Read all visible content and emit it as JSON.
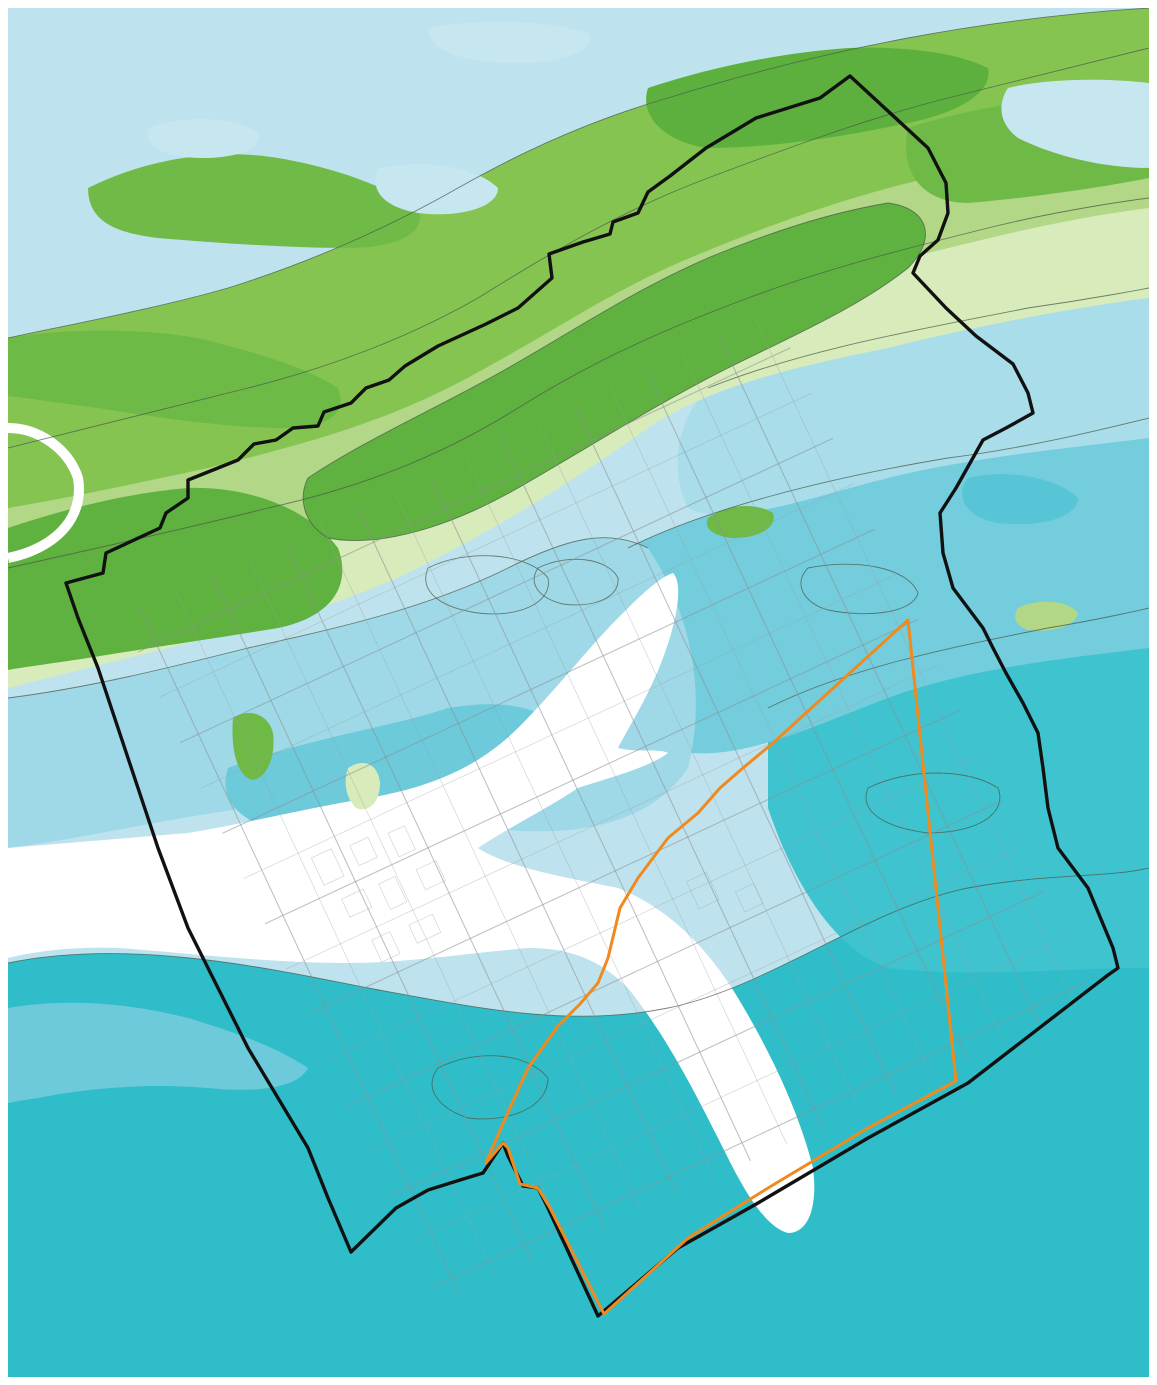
{
  "map": {
    "palette": {
      "green_dark": "#5fb240",
      "green_mid": "#86c453",
      "green_light": "#b5d98a",
      "green_pale": "#dbe9b8",
      "blue_pale": "#c9e8f1",
      "blue_light": "#a6dce9",
      "blue_mid": "#6fcbdc",
      "teal": "#3ec1cd",
      "teal_deep": "#2dbdc8",
      "white_zone": "#ffffff",
      "boundary_outer": "#111111",
      "boundary_inner": "#f08a1e",
      "streets": "#8a8f94"
    },
    "layers": [
      "terrain-contours",
      "street-grid",
      "outer-boundary",
      "inner-district-boundary"
    ]
  }
}
